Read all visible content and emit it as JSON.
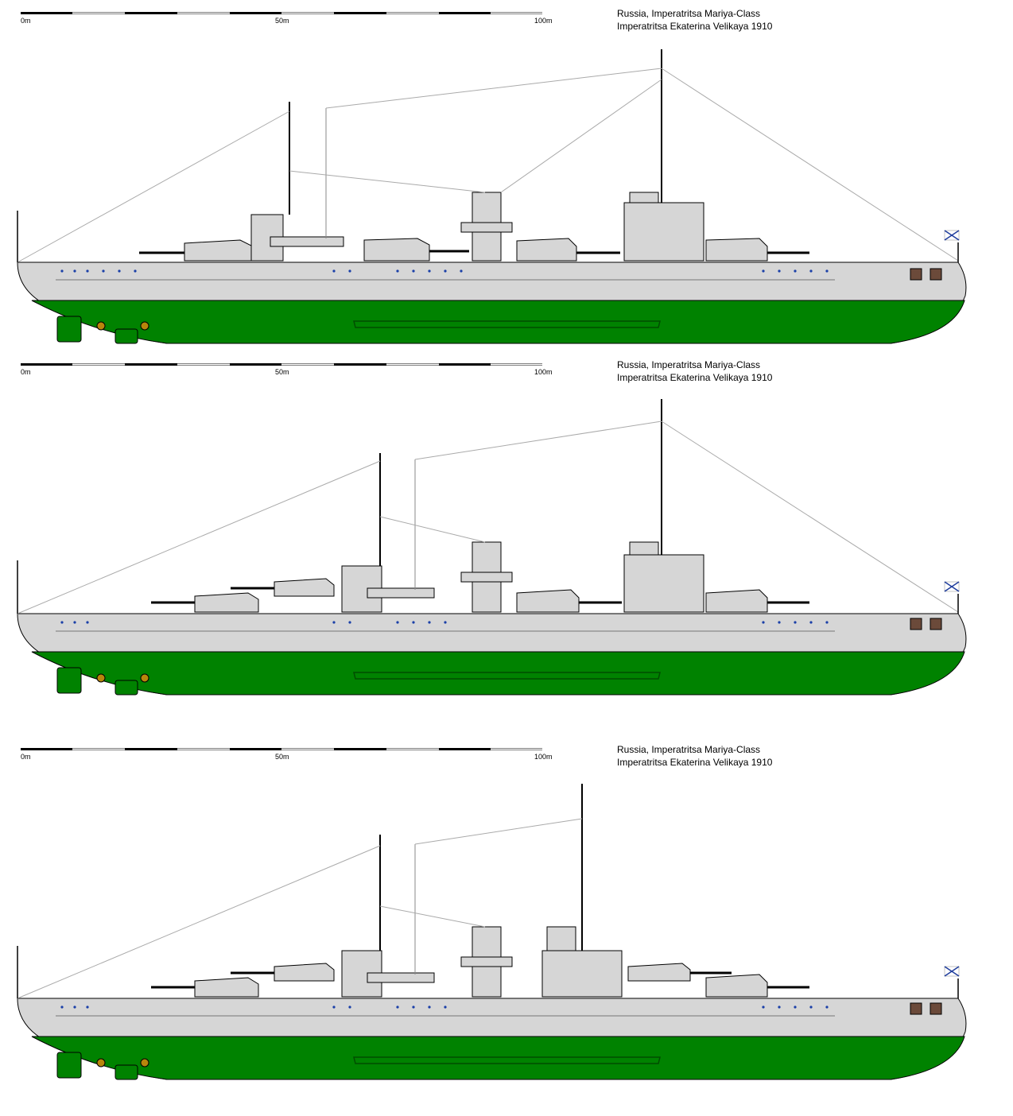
{
  "colors": {
    "hull_upper": "#d6d6d6",
    "hull_lower": "#008200",
    "outline": "#000000",
    "porthole": "#1a3fa8",
    "propeller": "#b8860b",
    "flag_cross": "#1e3c9c"
  },
  "panels": [
    {
      "variant": "1",
      "title_line1": "Russia, Imperatritsa Mariya-Class",
      "title_line2": "Imperatritsa Ekaterina Velikaya 1910",
      "scale": {
        "label_0": "0m",
        "label_mid": "50m",
        "label_max": "100m"
      }
    },
    {
      "variant": "2",
      "title_line1": "Russia, Imperatritsa Mariya-Class",
      "title_line2": "Imperatritsa Ekaterina Velikaya 1910",
      "scale": {
        "label_0": "0m",
        "label_mid": "50m",
        "label_max": "100m"
      }
    },
    {
      "variant": "3",
      "title_line1": "Russia, Imperatritsa Mariya-Class",
      "title_line2": "Imperatritsa Ekaterina Velikaya 1910",
      "scale": {
        "label_0": "0m",
        "label_mid": "50m",
        "label_max": "100m"
      }
    }
  ]
}
